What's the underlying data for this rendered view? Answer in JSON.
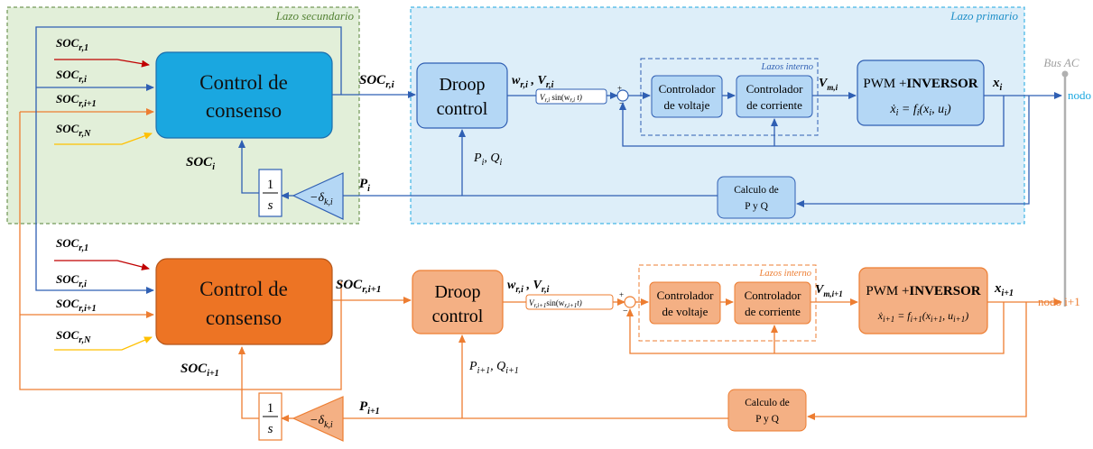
{
  "regions": {
    "secondary_loop": "Lazo secundario",
    "primary_loop": "Lazo primario",
    "bus": "Bus AC"
  },
  "colors": {
    "blue": "#2f5fb3",
    "orange": "#ed7d31",
    "consensus_blue": "#1aa7e0",
    "consensus_orange": "#ed7424",
    "light_blue_block": "#b4d7f5",
    "light_orange_block": "#f4b084",
    "secondary_bg": "#e2efd9",
    "secondary_border": "#548235",
    "primary_bg": "#ddeef9",
    "primary_border": "#1aa7e0",
    "red_line": "#c00000",
    "yellow_line": "#ffc000"
  },
  "top": {
    "inputs": [
      "SOC",
      "SOC",
      "SOC",
      "SOC"
    ],
    "input_subs": [
      "r,1",
      "r,i",
      "r,i+1",
      "r,N"
    ],
    "consensus": [
      "Control de",
      "consenso"
    ],
    "consensus_out": "SOC",
    "consensus_out_sub": "r,i",
    "droop": [
      "Droop",
      "control"
    ],
    "droop_out": "w",
    "droop_out_sub": "r,i",
    "droop_out_2": "V",
    "droop_out_2_sub": "r,i",
    "sine_block": "V",
    "sine_block_sub": "r,i",
    "sine_block_tail": "sin(w",
    "sine_block_arg": "r,i",
    "sine_block_end": "t)",
    "inner_loops": "Lazos interno",
    "voltage_ctrl": [
      "Controlador",
      "de voltaje"
    ],
    "current_ctrl": [
      "Controlador",
      "de corriente"
    ],
    "vm": "V",
    "vm_sub": "m,i",
    "inverter_1": "PWM +",
    "inverter_2": "INVERSOR",
    "inverter_eq": "ẋ",
    "inverter_eq_sub": "i",
    "inverter_eq_rest": " = f",
    "inverter_eq_f_sub": "i",
    "inverter_eq_args": "(x",
    "inverter_eq_a1": "i",
    "inverter_eq_mid": ", u",
    "inverter_eq_a2": "i",
    "inverter_eq_end": ")",
    "state": "x",
    "state_sub": "i",
    "node": "nodo i",
    "pq_block": [
      "Calculo de",
      "P y Q"
    ],
    "pq_label": "P",
    "pq_label_sub": "i",
    "pq_label_2": ", Q",
    "pq_label_2_sub": "i",
    "gain": "−δ",
    "gain_sub": "k,i",
    "power": "P",
    "power_sub": "i",
    "integrator_num": "1",
    "integrator_den": "s",
    "soc": "SOC",
    "soc_sub": "i"
  },
  "bottom": {
    "inputs": [
      "SOC",
      "SOC",
      "SOC",
      "SOC"
    ],
    "input_subs": [
      "r,1",
      "r,i",
      "r,i+1",
      "r,N"
    ],
    "consensus": [
      "Control de",
      "consenso"
    ],
    "consensus_out": "SOC",
    "consensus_out_sub": "r,i+1",
    "droop": [
      "Droop",
      "control"
    ],
    "droop_out": "w",
    "droop_out_sub": "r,i",
    "droop_out_2": "V",
    "droop_out_2_sub": "r,i",
    "sine_block": "V",
    "sine_block_sub": "r,i+1",
    "sine_block_tail": "sin(w",
    "sine_block_arg": "r,i+1",
    "sine_block_end": "t)",
    "inner_loops": "Lazos interno",
    "voltage_ctrl": [
      "Controlador",
      "de voltaje"
    ],
    "current_ctrl": [
      "Controlador",
      "de corriente"
    ],
    "vm": "V",
    "vm_sub": "m,i+1",
    "inverter_1": "PWM +",
    "inverter_2": "INVERSOR",
    "inverter_eq": "ẋ",
    "inverter_eq_sub": "i+1",
    "inverter_eq_rest": " = f",
    "inverter_eq_f_sub": "i+1",
    "inverter_eq_args": "(x",
    "inverter_eq_a1": "i+1",
    "inverter_eq_mid": ", u",
    "inverter_eq_a2": "i+1",
    "inverter_eq_end": ")",
    "state": "x",
    "state_sub": "i+1",
    "node": "nodo i+1",
    "pq_block": [
      "Calculo de",
      "P y Q"
    ],
    "pq_label": "P",
    "pq_label_sub": "i+1",
    "pq_label_2": ", Q",
    "pq_label_2_sub": "i+1",
    "gain": "−δ",
    "gain_sub": "k,i",
    "power": "P",
    "power_sub": "i+1",
    "integrator_num": "1",
    "integrator_den": "s",
    "soc": "SOC",
    "soc_sub": "i+1"
  },
  "sum_signs": [
    "+",
    "−"
  ]
}
